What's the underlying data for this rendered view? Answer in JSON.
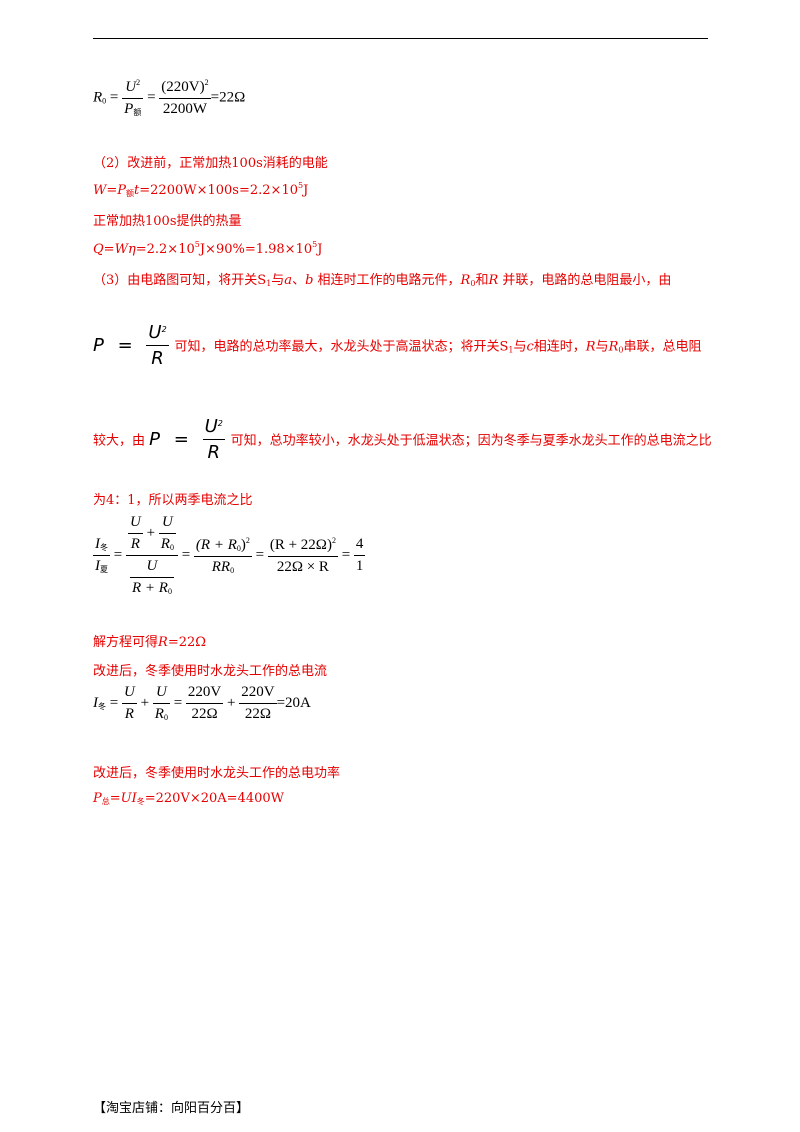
{
  "eq1": {
    "lhs": "R",
    "lhs_sub": "0",
    "u": "U",
    "pow": "2",
    "p": "P",
    "p_sub": "额",
    "num2": "(220V)",
    "den2": "2200W",
    "result": "=22Ω"
  },
  "s2_title": "（2）改进前，正常加热100s消耗的电能",
  "s2_w": {
    "a": "W",
    "b": "=",
    "c": "P",
    "c_sub": "额",
    "d": "t",
    "e": "=2200W×100s=2.2×10",
    "e_sup": "5",
    "f": "J"
  },
  "s2_heat": "正常加热100s提供的热量",
  "s2_q": {
    "a": "Q",
    "b": "=",
    "c": "Wη",
    "d": "=2.2×10",
    "d_sup": "5",
    "e": "J×90%=1.98×10",
    "e_sup": "5",
    "f": "J"
  },
  "s3_line1": {
    "a": "（3）由电路图可知，将开关S",
    "a_sub": "1",
    "b": "与",
    "c": "a",
    "d": "、",
    "e": "b",
    "f": " 相连时工作的电路元件，",
    "g": "R",
    "g_sub": "0",
    "h": "和",
    "i": "R",
    "j": " 并联，电路的总电阻最小，由"
  },
  "s3_line2": {
    "p": "P",
    "u": "U",
    "pow": "2",
    "r": "R",
    "text": "可知，电路的总功率最大，水龙头处于高温状态；将开关S",
    "text_sub": "1",
    "text2": "与",
    "c": "c",
    "text3": "相连时，",
    "r2": "R",
    "text4": "与",
    "r0": "R",
    "r0_sub": "0",
    "text5": "串联，总电阻"
  },
  "s3_line3": {
    "a": "较大，由",
    "text": "可知，总功率较小，水龙头处于低温状态；因为冬季与夏季水龙头工作的总电流之比"
  },
  "s3_line4": "为4：1，所以两季电流之比",
  "eq2": {
    "i": "I",
    "w": "冬",
    "s": "夏",
    "u": "U",
    "r": "R",
    "r0": "R",
    "r0_sub": "0",
    "plus": "+",
    "den_sum": "R + R",
    "t1num": "(R + R",
    "t1den": "RR",
    "t2num": "(R + 22Ω)",
    "t2den": "22Ω × R",
    "four": "4",
    "one": "1",
    "sq": "2"
  },
  "solve": {
    "a": "解方程可得",
    "b": "R",
    "c": "=22Ω"
  },
  "winter_current": "改进后，冬季使用时水龙头工作的总电流",
  "eq3": {
    "i": "I",
    "i_sub": "冬",
    "u": "U",
    "r": "R",
    "r0_sub": "0",
    "n1": "220V",
    "d1": "22Ω",
    "n2": "220V",
    "d2": "22Ω",
    "res": "=20A"
  },
  "winter_power": "改进后，冬季使用时水龙头工作的总电功率",
  "final": {
    "p": "P",
    "p_sub": "总",
    "eq": "=",
    "ui": "UI",
    "ui_sub": "冬",
    "rest": "=220V×20A=4400W"
  },
  "footer": "【淘宝店铺：向阳百分百】"
}
